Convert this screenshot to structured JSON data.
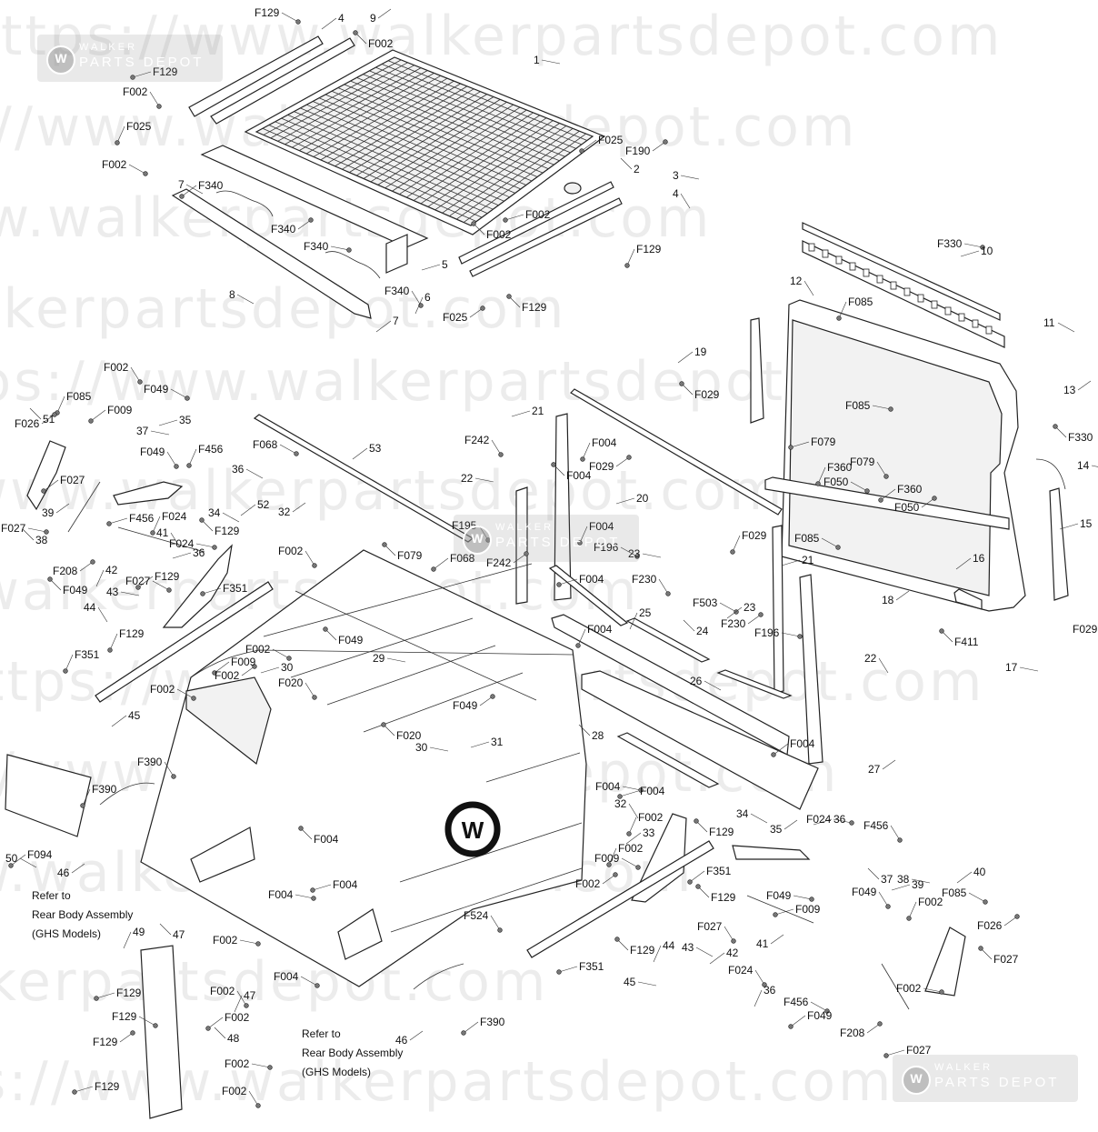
{
  "watermark": {
    "text": "https://www.walkerpartsdepot.com",
    "badge_line1": "WALKER",
    "badge_line2": "PARTS DEPOT",
    "badge_logo": "W"
  },
  "notes": {
    "rear_body_left": [
      "Refer to",
      "Rear Body Assembly",
      "(GHS Models)"
    ],
    "rear_body_center": [
      "Refer to",
      "Rear Body Assembly",
      "(GHS Models)"
    ]
  },
  "callouts": [
    [
      "F129",
      280,
      8
    ],
    [
      "4",
      372,
      14
    ],
    [
      "9",
      407,
      14
    ],
    [
      "F002",
      405,
      42
    ],
    [
      "1",
      587,
      60
    ],
    [
      "F129",
      168,
      73
    ],
    [
      "F002",
      135,
      95
    ],
    [
      "F025",
      139,
      133
    ],
    [
      "F002",
      112,
      175
    ],
    [
      "F025",
      658,
      148
    ],
    [
      "F190",
      688,
      160
    ],
    [
      "2",
      697,
      180
    ],
    [
      "3",
      740,
      187
    ],
    [
      "F002",
      578,
      230
    ],
    [
      "4",
      740,
      207
    ],
    [
      "F129",
      700,
      268
    ],
    [
      "7",
      196,
      197
    ],
    [
      "F340",
      218,
      198
    ],
    [
      "F340",
      298,
      246
    ],
    [
      "F002",
      535,
      252
    ],
    [
      "F340",
      334,
      265
    ],
    [
      "5",
      486,
      285
    ],
    [
      "F340",
      423,
      314
    ],
    [
      "6",
      467,
      321
    ],
    [
      "8",
      252,
      318
    ],
    [
      "7",
      432,
      347
    ],
    [
      "F025",
      487,
      343
    ],
    [
      "F129",
      574,
      332
    ],
    [
      "F330",
      1031,
      262
    ],
    [
      "10",
      1079,
      270
    ],
    [
      "12",
      869,
      303
    ],
    [
      "F085",
      933,
      326
    ],
    [
      "11",
      1148,
      349
    ],
    [
      "19",
      764,
      381
    ],
    [
      "13",
      1170,
      423
    ],
    [
      "F029",
      764,
      428
    ],
    [
      "F085",
      930,
      440
    ],
    [
      "F079",
      892,
      480
    ],
    [
      "F079",
      935,
      502
    ],
    [
      "F360",
      910,
      508
    ],
    [
      "F050",
      906,
      524
    ],
    [
      "F360",
      987,
      532
    ],
    [
      "F050",
      984,
      552
    ],
    [
      "F330",
      1175,
      475
    ],
    [
      "14",
      1185,
      506
    ],
    [
      "15",
      1188,
      570
    ],
    [
      "F029",
      1180,
      686
    ],
    [
      "F029",
      816,
      583
    ],
    [
      "F085",
      874,
      586
    ],
    [
      "16",
      1070,
      608
    ],
    [
      "18",
      970,
      654
    ],
    [
      "F411",
      1050,
      700
    ],
    [
      "17",
      1106,
      728
    ],
    [
      "21",
      585,
      446
    ],
    [
      "F242",
      511,
      478
    ],
    [
      "F004",
      651,
      481
    ],
    [
      "F068",
      278,
      483
    ],
    [
      "53",
      406,
      487
    ],
    [
      "F029",
      648,
      507
    ],
    [
      "F004",
      623,
      517
    ],
    [
      "22",
      507,
      520
    ],
    [
      "20",
      700,
      542
    ],
    [
      "F195",
      497,
      572
    ],
    [
      "F004",
      648,
      573
    ],
    [
      "F196",
      653,
      596
    ],
    [
      "F068",
      495,
      608
    ],
    [
      "F242",
      535,
      613
    ],
    [
      "F079",
      437,
      605
    ],
    [
      "23",
      691,
      603
    ],
    [
      "F004",
      637,
      631
    ],
    [
      "F230",
      695,
      631
    ],
    [
      "25",
      703,
      668
    ],
    [
      "F503",
      762,
      657
    ],
    [
      "23",
      818,
      662
    ],
    [
      "F230",
      793,
      680
    ],
    [
      "24",
      766,
      688
    ],
    [
      "F196",
      830,
      690
    ],
    [
      "21",
      882,
      610
    ],
    [
      "22",
      951,
      718
    ],
    [
      "F004",
      646,
      686
    ],
    [
      "26",
      759,
      743
    ],
    [
      "F004",
      869,
      812
    ],
    [
      "27",
      955,
      840
    ],
    [
      "28",
      651,
      803
    ],
    [
      "F004",
      655,
      859
    ],
    [
      "F004",
      704,
      864
    ],
    [
      "32",
      676,
      878
    ],
    [
      "F002",
      702,
      893
    ],
    [
      "34",
      810,
      889
    ],
    [
      "33",
      707,
      910
    ],
    [
      "35",
      847,
      906
    ],
    [
      "F129",
      780,
      909
    ],
    [
      "F024",
      887,
      895
    ],
    [
      "36",
      917,
      895
    ],
    [
      "F456",
      950,
      902
    ],
    [
      "F002",
      680,
      927
    ],
    [
      "F009",
      654,
      938
    ],
    [
      "F351",
      777,
      952
    ],
    [
      "F002",
      633,
      966
    ],
    [
      "F129",
      782,
      981
    ],
    [
      "F049",
      843,
      979
    ],
    [
      "F009",
      875,
      994
    ],
    [
      "F027",
      767,
      1013
    ],
    [
      "44",
      729,
      1034
    ],
    [
      "43",
      750,
      1036
    ],
    [
      "42",
      799,
      1042
    ],
    [
      "41",
      832,
      1032
    ],
    [
      "F129",
      693,
      1039
    ],
    [
      "45",
      686,
      1074
    ],
    [
      "F351",
      637,
      1057
    ],
    [
      "F024",
      801,
      1061
    ],
    [
      "36",
      840,
      1083
    ],
    [
      "F456",
      862,
      1096
    ],
    [
      "F049",
      888,
      1111
    ],
    [
      "F208",
      924,
      1130
    ],
    [
      "37",
      969,
      961
    ],
    [
      "38",
      987,
      961
    ],
    [
      "39",
      1003,
      967
    ],
    [
      "F049",
      937,
      975
    ],
    [
      "F002",
      1010,
      986
    ],
    [
      "F085",
      1036,
      976
    ],
    [
      "40",
      1071,
      953
    ],
    [
      "F026",
      1075,
      1012
    ],
    [
      "F027",
      1093,
      1049
    ],
    [
      "F002",
      986,
      1081
    ],
    [
      "F027",
      997,
      1149
    ],
    [
      "F002",
      114,
      398
    ],
    [
      "F085",
      73,
      430
    ],
    [
      "F049",
      158,
      422
    ],
    [
      "F009",
      118,
      445
    ],
    [
      "F026",
      16,
      460
    ],
    [
      "51",
      47,
      455
    ],
    [
      "37",
      150,
      468
    ],
    [
      "35",
      197,
      456
    ],
    [
      "F049",
      154,
      491
    ],
    [
      "F456",
      218,
      488
    ],
    [
      "36",
      255,
      510
    ],
    [
      "F027",
      66,
      522
    ],
    [
      "39",
      46,
      558
    ],
    [
      "38",
      39,
      588
    ],
    [
      "F027",
      1,
      575
    ],
    [
      "F456",
      142,
      564
    ],
    [
      "41",
      172,
      580
    ],
    [
      "F024",
      178,
      562
    ],
    [
      "34",
      229,
      558
    ],
    [
      "52",
      283,
      549
    ],
    [
      "32",
      306,
      557
    ],
    [
      "F129",
      236,
      578
    ],
    [
      "F024",
      186,
      592
    ],
    [
      "36",
      212,
      602
    ],
    [
      "F002",
      306,
      600
    ],
    [
      "42",
      116,
      621
    ],
    [
      "F027",
      138,
      633
    ],
    [
      "F129",
      170,
      628
    ],
    [
      "F208",
      58,
      622
    ],
    [
      "F049",
      69,
      643
    ],
    [
      "43",
      117,
      645
    ],
    [
      "F351",
      245,
      641
    ],
    [
      "44",
      92,
      662
    ],
    [
      "F129",
      131,
      691
    ],
    [
      "F002",
      270,
      708
    ],
    [
      "F009",
      254,
      722
    ],
    [
      "F002",
      236,
      737
    ],
    [
      "F049",
      372,
      698
    ],
    [
      "29",
      410,
      718
    ],
    [
      "30",
      309,
      728
    ],
    [
      "F020",
      306,
      745
    ],
    [
      "F351",
      82,
      714
    ],
    [
      "F002",
      165,
      752
    ],
    [
      "45",
      141,
      781
    ],
    [
      "F049",
      498,
      770
    ],
    [
      "F020",
      436,
      803
    ],
    [
      "30",
      457,
      816
    ],
    [
      "31",
      540,
      810
    ],
    [
      "F390",
      151,
      832
    ],
    [
      "F390",
      101,
      862
    ],
    [
      "50",
      6,
      938
    ],
    [
      "F094",
      30,
      934
    ],
    [
      "46",
      63,
      954
    ],
    [
      "F004",
      345,
      917
    ],
    [
      "F004",
      295,
      978
    ],
    [
      "F004",
      366,
      967
    ],
    [
      "F524",
      510,
      1001
    ],
    [
      "49",
      146,
      1019
    ],
    [
      "F004",
      301,
      1068
    ],
    [
      "F390",
      528,
      1118
    ],
    [
      "46",
      435,
      1138
    ],
    [
      "47",
      190,
      1022
    ],
    [
      "F002",
      234,
      1028
    ],
    [
      "F129",
      128,
      1086
    ],
    [
      "F002",
      231,
      1084
    ],
    [
      "47",
      268,
      1089
    ],
    [
      "F129",
      123,
      1112
    ],
    [
      "F002",
      247,
      1113
    ],
    [
      "F129",
      102,
      1140
    ],
    [
      "48",
      250,
      1136
    ],
    [
      "F002",
      247,
      1164
    ],
    [
      "F129",
      104,
      1189
    ],
    [
      "F002",
      244,
      1194
    ]
  ]
}
